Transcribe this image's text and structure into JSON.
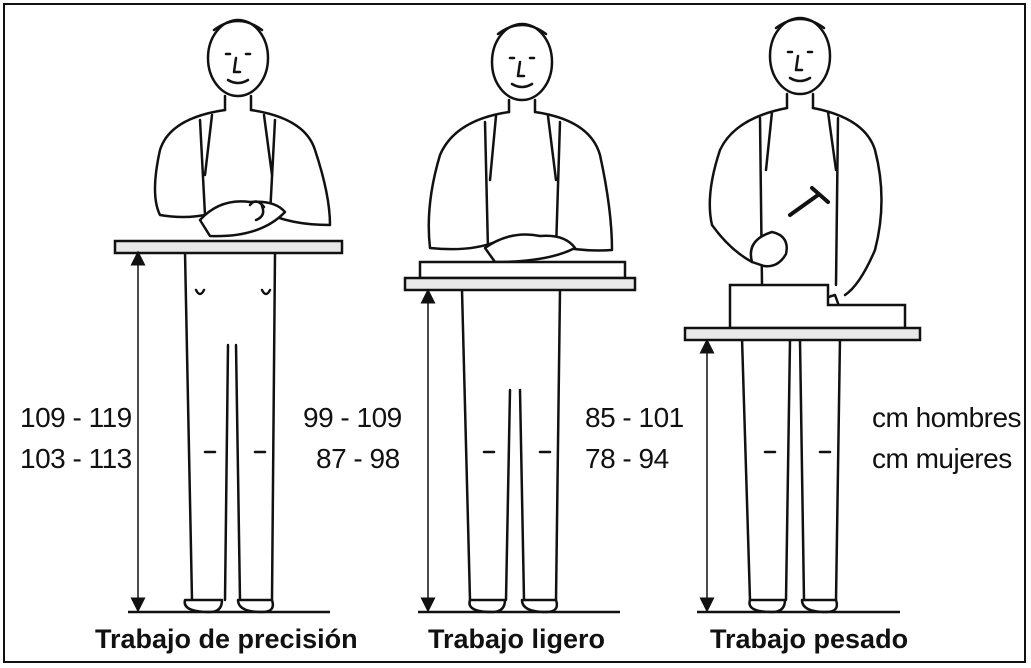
{
  "figure": {
    "stations": [
      {
        "label": "Trabajo de precisión",
        "men_range": "109 - 119",
        "women_range": "103 - 113"
      },
      {
        "label": "Trabajo ligero",
        "men_range": "99 - 109",
        "women_range": "87 - 98"
      },
      {
        "label": "Trabajo pesado",
        "men_range": "85 - 101",
        "women_range": "78 - 94"
      }
    ],
    "legend": {
      "men": "cm hombres",
      "women": "cm mujeres"
    },
    "colors": {
      "ink": "#111111",
      "table": "#e8e8e8",
      "background": "#ffffff"
    }
  }
}
